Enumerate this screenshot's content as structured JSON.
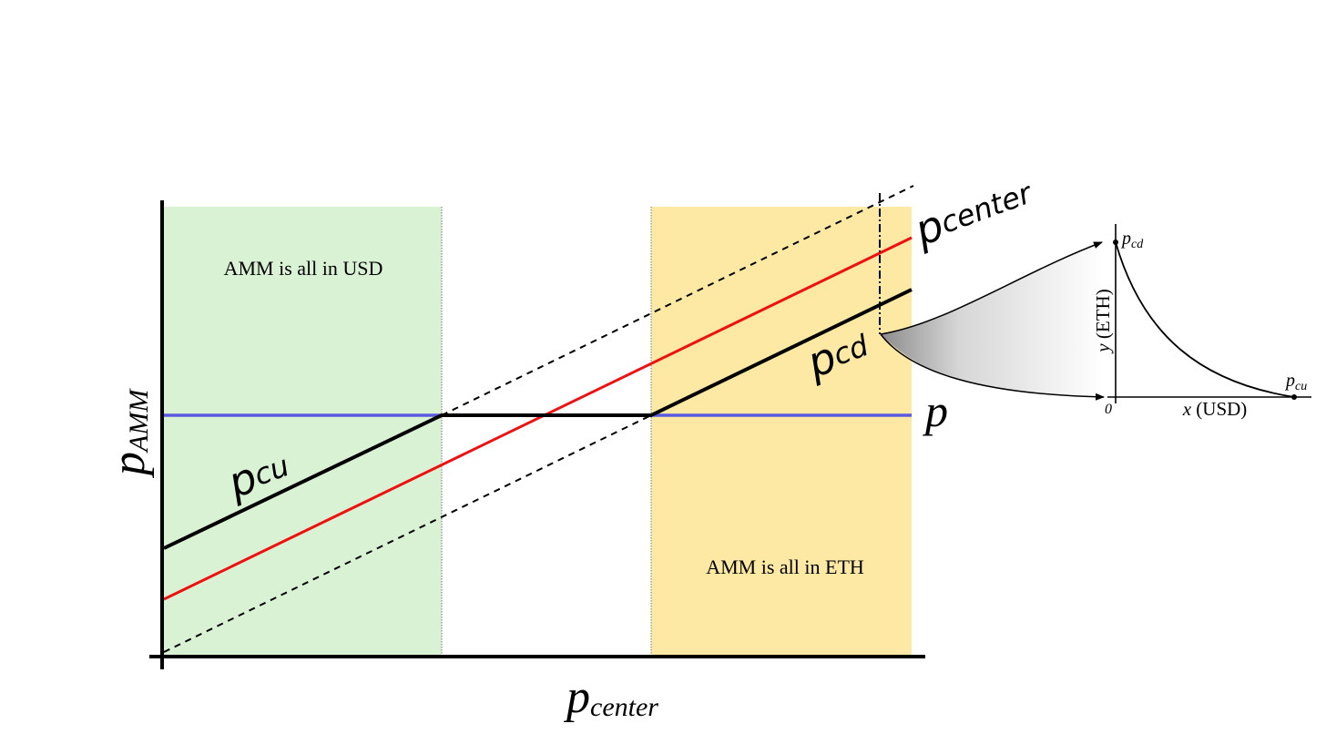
{
  "main_chart": {
    "x_axis_label": {
      "main": "p",
      "sub": "center"
    },
    "y_axis_label": {
      "main": "p",
      "sub": "AMM"
    },
    "region_usd_label": "AMM is all in USD",
    "region_eth_label": "AMM is all in ETH",
    "line_labels": {
      "p_center": {
        "main": "p",
        "sub": "center"
      },
      "p_cd": {
        "main": "p",
        "sub": "cd"
      },
      "p_cu": {
        "main": "p",
        "sub": "cu"
      },
      "p": "p"
    },
    "colors": {
      "usd_region": "#d9f2d3",
      "eth_region": "#fde9a3",
      "center_line": "#ee1111",
      "amm_price_line": "#000000",
      "market_price_line": "#5a5ae0",
      "band_lines": "#000000"
    }
  },
  "inset_chart": {
    "x_axis_label": {
      "var": "x",
      "unit": "(USD)"
    },
    "y_axis_label": {
      "var": "y",
      "unit": "(ETH)"
    },
    "origin_label": "0",
    "point_top": {
      "main": "p",
      "sub": "cd"
    },
    "point_right": {
      "main": "p",
      "sub": "cu"
    },
    "curve": "convex decreasing curve from the p_cd point on the y-axis to the p_cu point on the x-axis"
  }
}
